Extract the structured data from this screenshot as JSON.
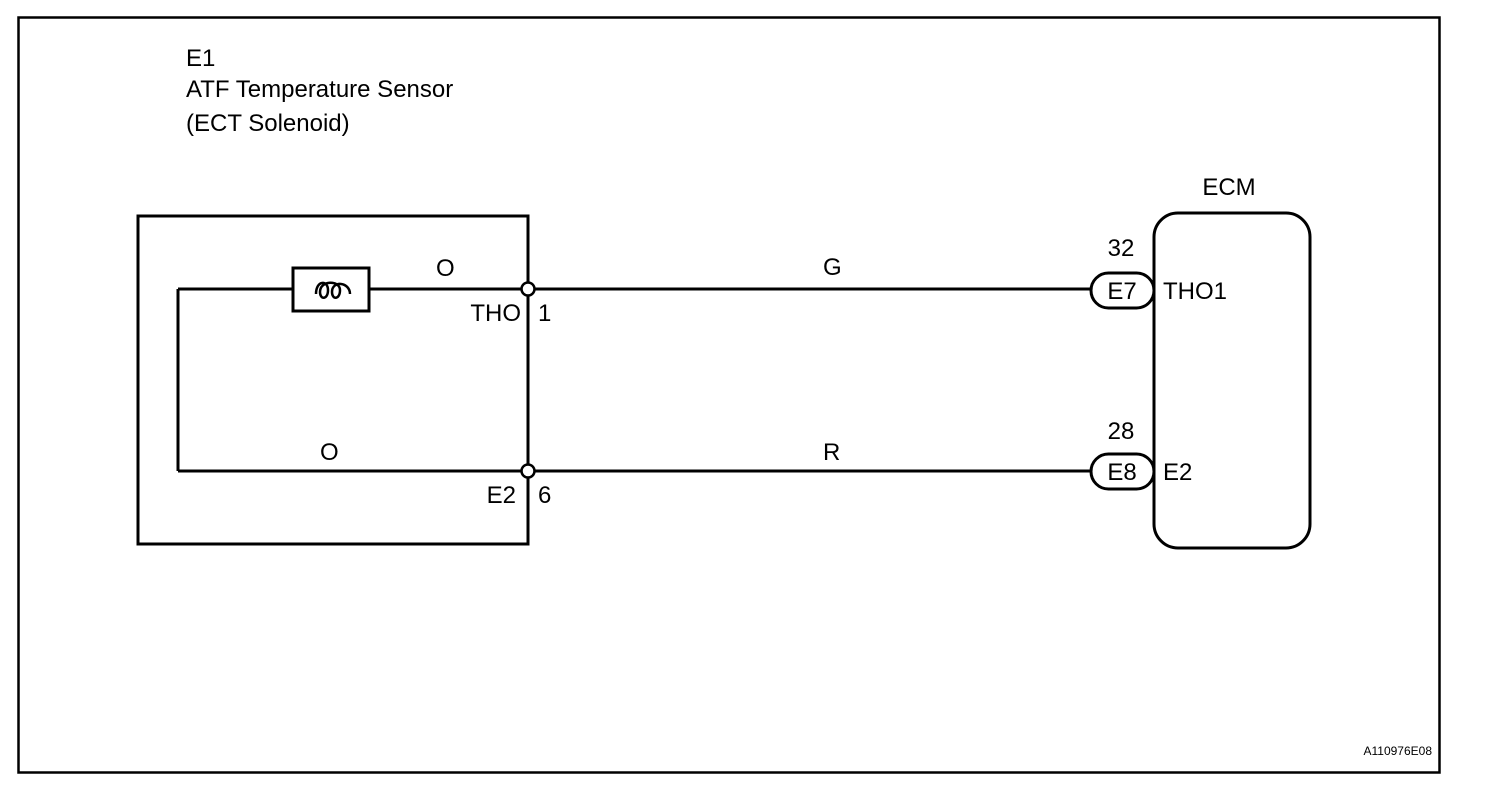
{
  "component": {
    "code": "E1",
    "name": "ATF Temperature Sensor",
    "sub_name": "(ECT Solenoid)",
    "pins": [
      {
        "name": "THO",
        "number": "1"
      },
      {
        "name": "E2",
        "number": "6"
      }
    ],
    "internal_wires": [
      "O",
      "O"
    ],
    "element_icon": "thermistor-icon"
  },
  "ecm": {
    "label": "ECM",
    "terminals": [
      {
        "connector": "E7",
        "pin": "32",
        "name": "THO1"
      },
      {
        "connector": "E8",
        "pin": "28",
        "name": "E2"
      }
    ]
  },
  "wires": [
    {
      "color": "G"
    },
    {
      "color": "R"
    }
  ],
  "figure_ref": "A110976E08",
  "colors": {
    "line": "#000000",
    "background": "#ffffff"
  }
}
